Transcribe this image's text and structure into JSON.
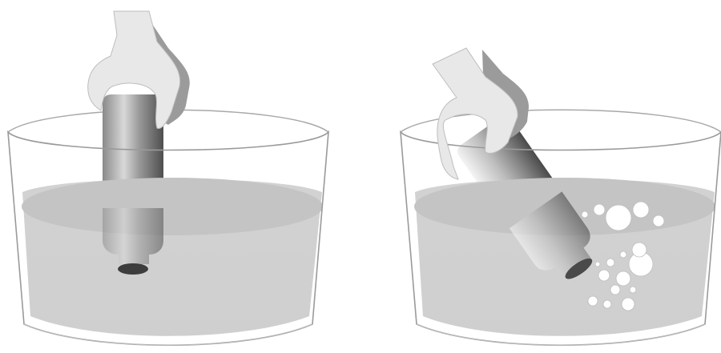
{
  "panels": [
    {
      "id": "left",
      "orientation": "vertical",
      "bubbles": false
    },
    {
      "id": "right",
      "orientation": "tilted",
      "bubbles": true
    }
  ],
  "colors": {
    "background": "#ffffff",
    "water": "#d0d0d0",
    "water_surface": "#c3c3c3",
    "bowl_outline": "#9a9a9a",
    "hand_fill": "#e7e7e7",
    "hand_shadow": "#9b9b9b",
    "bottle_dark": "#5a5a5a",
    "bottle_light": "#f2f2f2",
    "bubble": "#ffffff"
  },
  "icons": {
    "hand": "hand-gripping-bottle-icon",
    "bottle": "bottle-icon",
    "bowl": "bowl-of-water-icon"
  }
}
